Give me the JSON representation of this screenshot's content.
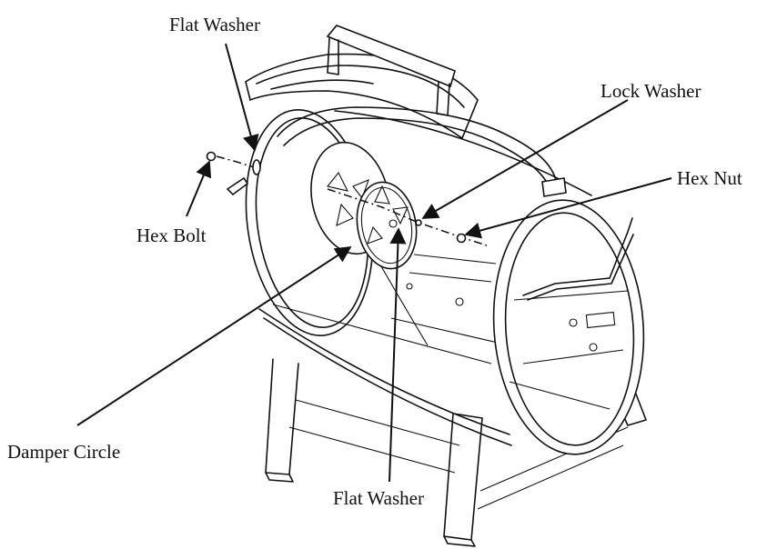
{
  "labels": {
    "flat_washer_top": "Flat Washer",
    "lock_washer": "Lock Washer",
    "hex_nut": "Hex Nut",
    "hex_bolt": "Hex Bolt",
    "damper_circle": "Damper Circle",
    "flat_washer_bottom": "Flat Washer"
  }
}
